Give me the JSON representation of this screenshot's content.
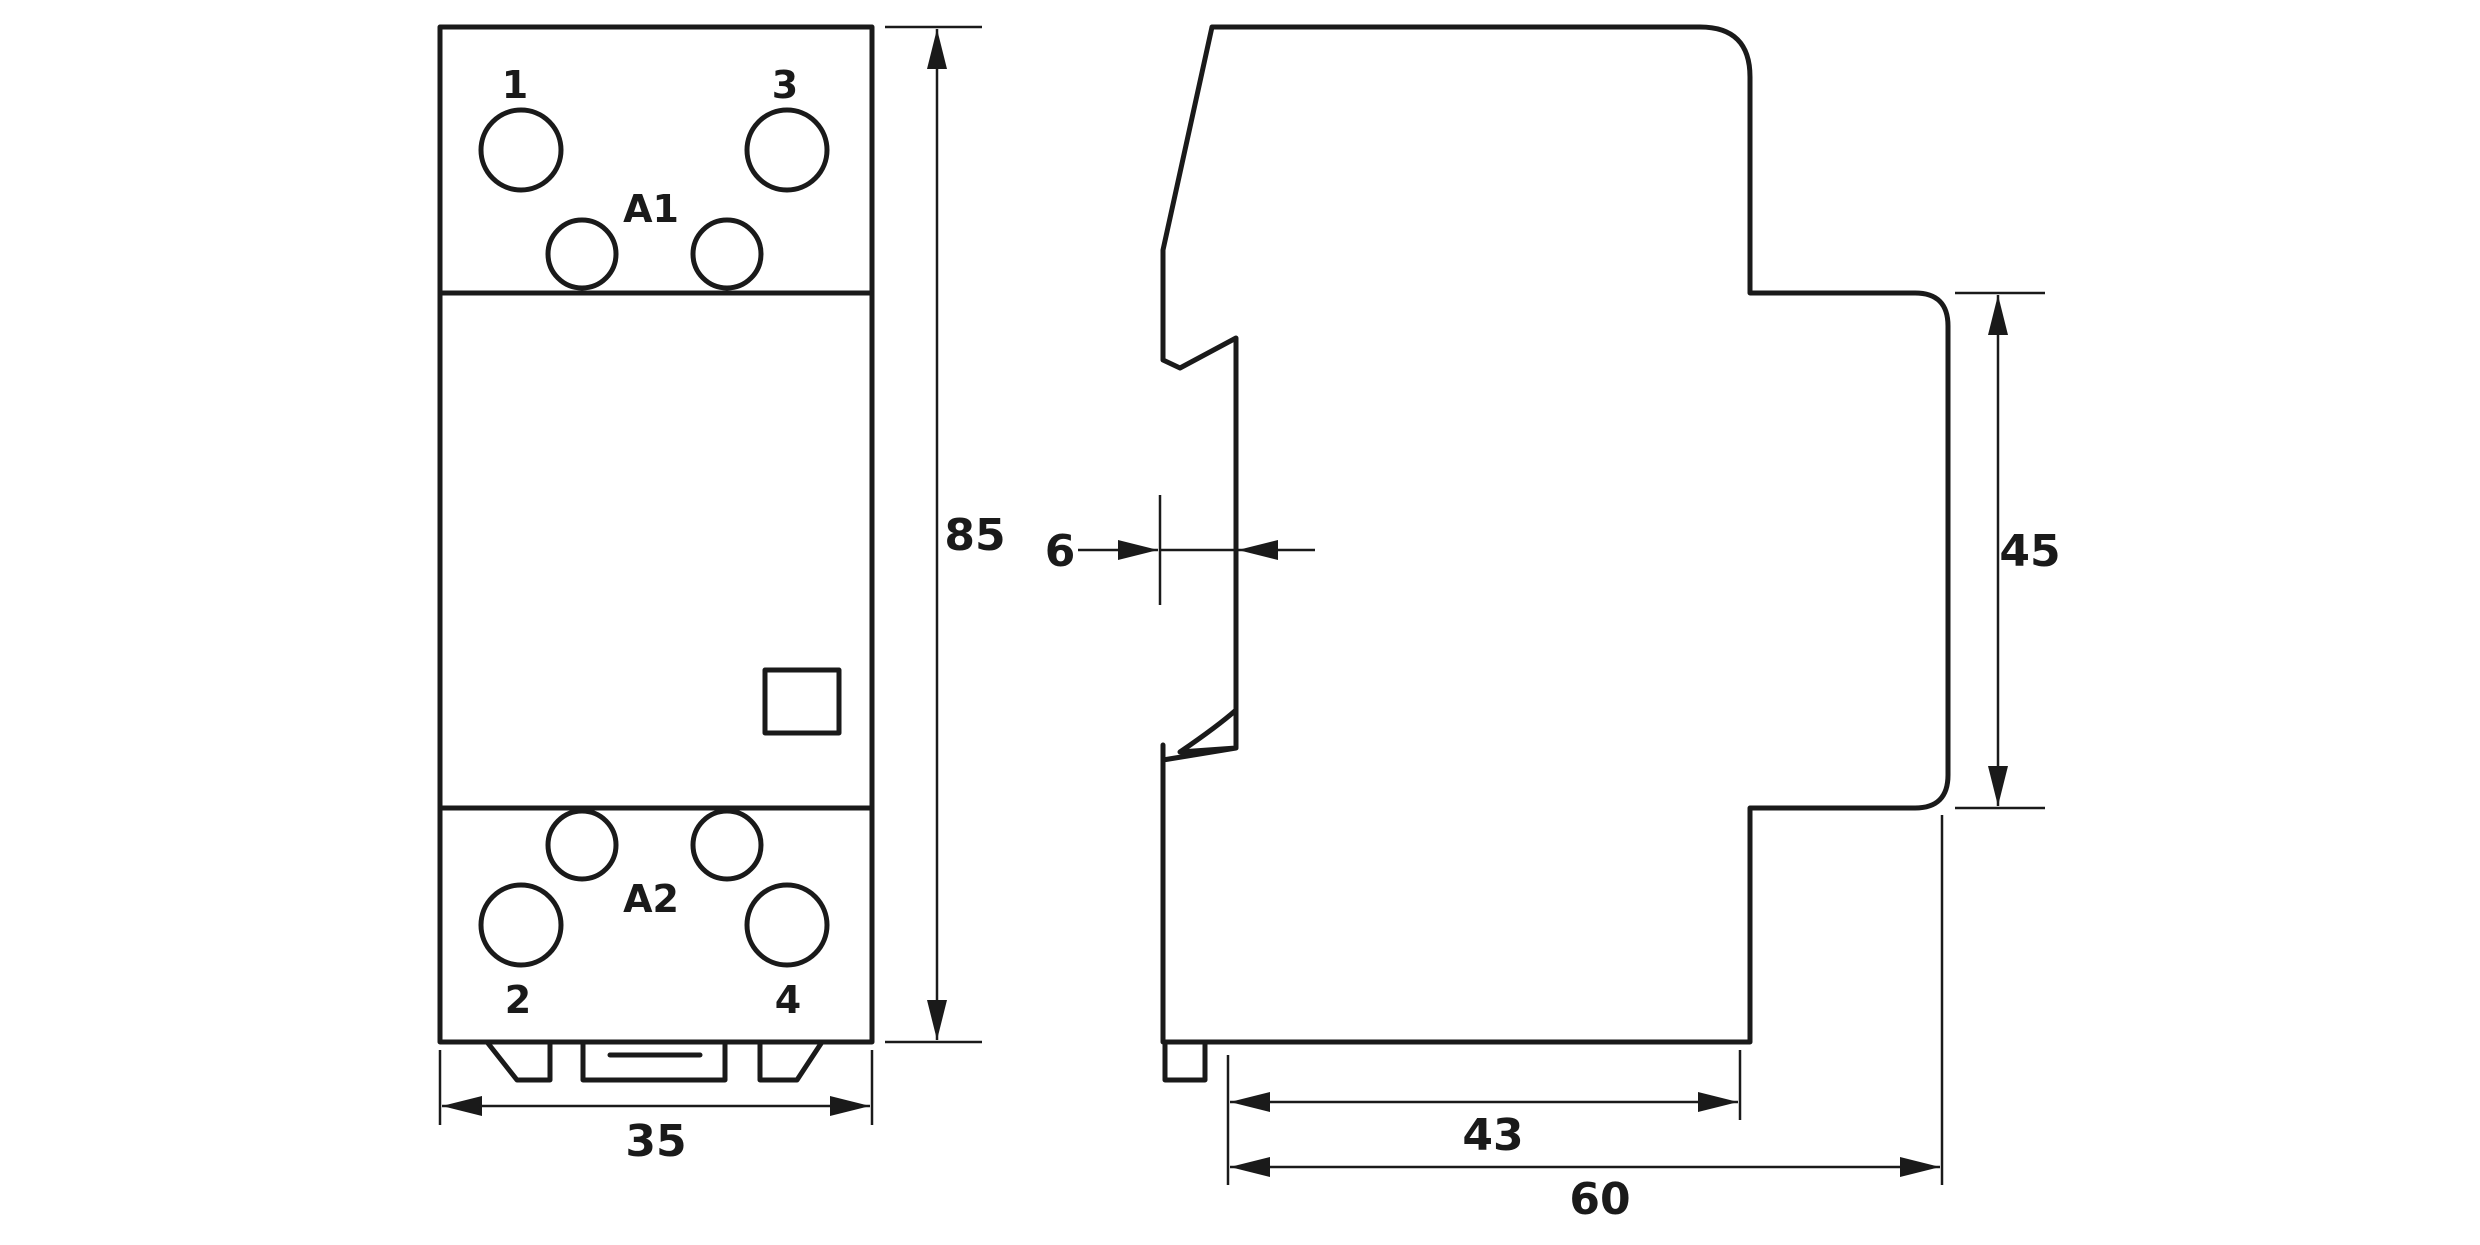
{
  "front_view": {
    "terminals_top": [
      "1",
      "3"
    ],
    "coil_top": "A1",
    "terminals_bottom": [
      "2",
      "4"
    ],
    "coil_bottom": "A2"
  },
  "dimensions": {
    "height": "85",
    "width": "35",
    "rail_thickness": "6",
    "front_height": "45",
    "depth_front": "43",
    "depth_total": "60"
  },
  "colors": {
    "line": "#1a1a1a",
    "background": "#ffffff"
  }
}
